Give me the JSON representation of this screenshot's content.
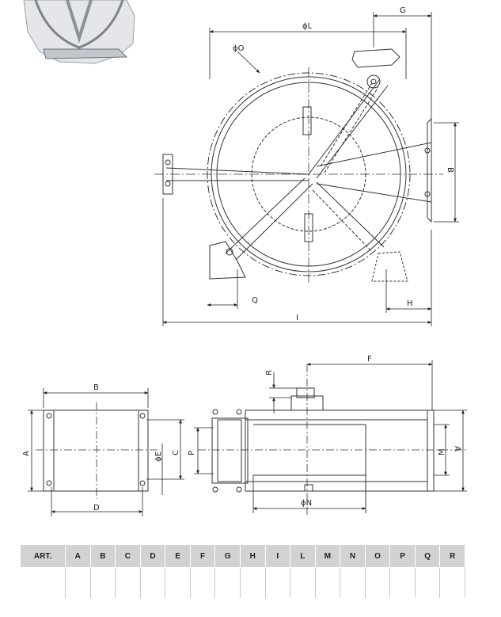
{
  "dimensions": {
    "top": {
      "G": "G",
      "L": "ϕL",
      "O": "ϕO",
      "B": "B",
      "H": "H",
      "Q": "Q",
      "I": "I"
    },
    "left": {
      "B": "B",
      "A": "A",
      "D": "D",
      "E": "ϕE",
      "C": "C"
    },
    "side": {
      "F": "F",
      "R": "R",
      "P": "P",
      "M": "M",
      "A": "A",
      "N": "ϕN"
    }
  },
  "table": {
    "headers": [
      "ART.",
      "A",
      "B",
      "C",
      "D",
      "E",
      "F",
      "G",
      "H",
      "I",
      "L",
      "M",
      "N",
      "O",
      "P",
      "Q",
      "R"
    ],
    "rows": [
      [
        "",
        "",
        "",
        "",
        "",
        "",
        "",
        "",
        "",
        "",
        "",
        "",
        "",
        "",
        "",
        "",
        ""
      ]
    ]
  }
}
